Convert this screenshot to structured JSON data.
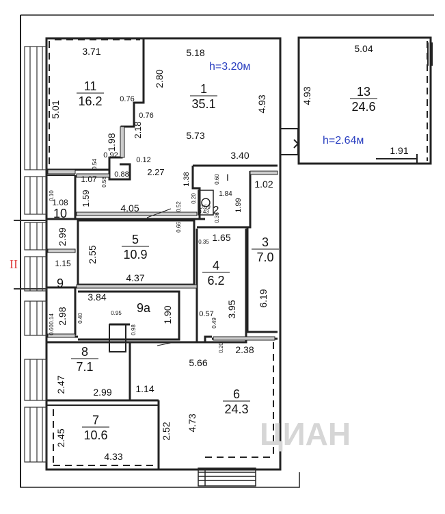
{
  "heights": {
    "main": "h=3.20м",
    "annex": "h=2.64м"
  },
  "floor_marker": "II",
  "watermark": "ЦИАН",
  "rooms": [
    {
      "id": "1",
      "area": "35.1"
    },
    {
      "id": "2",
      "area": ""
    },
    {
      "id": "3",
      "area": "7.0"
    },
    {
      "id": "4",
      "area": "6.2"
    },
    {
      "id": "5",
      "area": "10.9"
    },
    {
      "id": "6",
      "area": "24.3"
    },
    {
      "id": "7",
      "area": "10.6"
    },
    {
      "id": "8",
      "area": "7.1"
    },
    {
      "id": "9",
      "area": ""
    },
    {
      "id": "9а",
      "area": ""
    },
    {
      "id": "10",
      "area": ""
    },
    {
      "id": "11",
      "area": "16.2"
    },
    {
      "id": "13",
      "area": "24.6"
    },
    {
      "id": "I",
      "area": ""
    }
  ],
  "dimensions": [
    "3.71",
    "5.01",
    "0.76",
    "2.80",
    "0.76",
    "2.18",
    "1.98",
    "0.92",
    "0.54",
    "0.58",
    "0.12",
    "2.27",
    "0.88",
    "5.18",
    "4.93",
    "5.73",
    "3.40",
    "1.38",
    "0.60",
    "1.84",
    "0.59",
    "0.20",
    "0.52",
    "0.43",
    "0.36",
    "1.02",
    "1.99",
    "0.66",
    "0.35",
    "0.10",
    "1.07",
    "1.08",
    "1.59",
    "4.05",
    "2.99",
    "2.55",
    "4.37",
    "1.65",
    "1.15",
    "2.98",
    "3.84",
    "0.40",
    "0.95",
    "0.98",
    "1.90",
    "3.95",
    "0.57",
    "0.49",
    "6.19",
    "0.14",
    "0.60",
    "0.20",
    "2.38",
    "2.47",
    "2.99",
    "5.66",
    "1.14",
    "4.73",
    "2.52",
    "2.45",
    "4.33",
    "5.04",
    "4.93",
    "1.91"
  ]
}
